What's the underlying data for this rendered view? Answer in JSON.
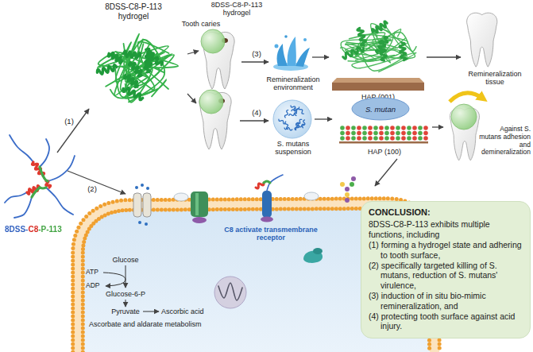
{
  "diagram": {
    "nodes": [
      {
        "text": [
          "S. mutan"
        ]
      },
      {
        "text": [
          "CONCLUSION:",
          "8DSS-C8-P-113 exhibits multiple functions, including",
          "(1) forming a hydrogel state and adhering to tooth surface,",
          "(2) specifically targeted killing of S. mutans, reduction of S. mutans' virulence,",
          "(3) induction of in situ bio-mimic remineralization, and",
          "(4) protecting tooth surface against acid injury."
        ]
      }
    ],
    "labels": [
      "8DSS-C8-P-113 hydrogel",
      "8DSS-C8-P-113 hydrogel",
      "Tooth caries",
      "(3)",
      "Remineralization environment",
      "HAP (001)",
      "Remineralization tissue",
      "(1)",
      "(4)",
      "S. mutans suspension",
      "HAP (100)",
      "Against S. mutans adhesion and demineralization",
      "(2)",
      "8DSS-C8-P-113",
      "C8 activate transmembrane receptor",
      "Glucose",
      "ATP",
      "ADP",
      "Glucose-6-P",
      "Pyruvate",
      "Ascorbic acid",
      "Ascorbate and aldarate metabolism"
    ]
  }
}
